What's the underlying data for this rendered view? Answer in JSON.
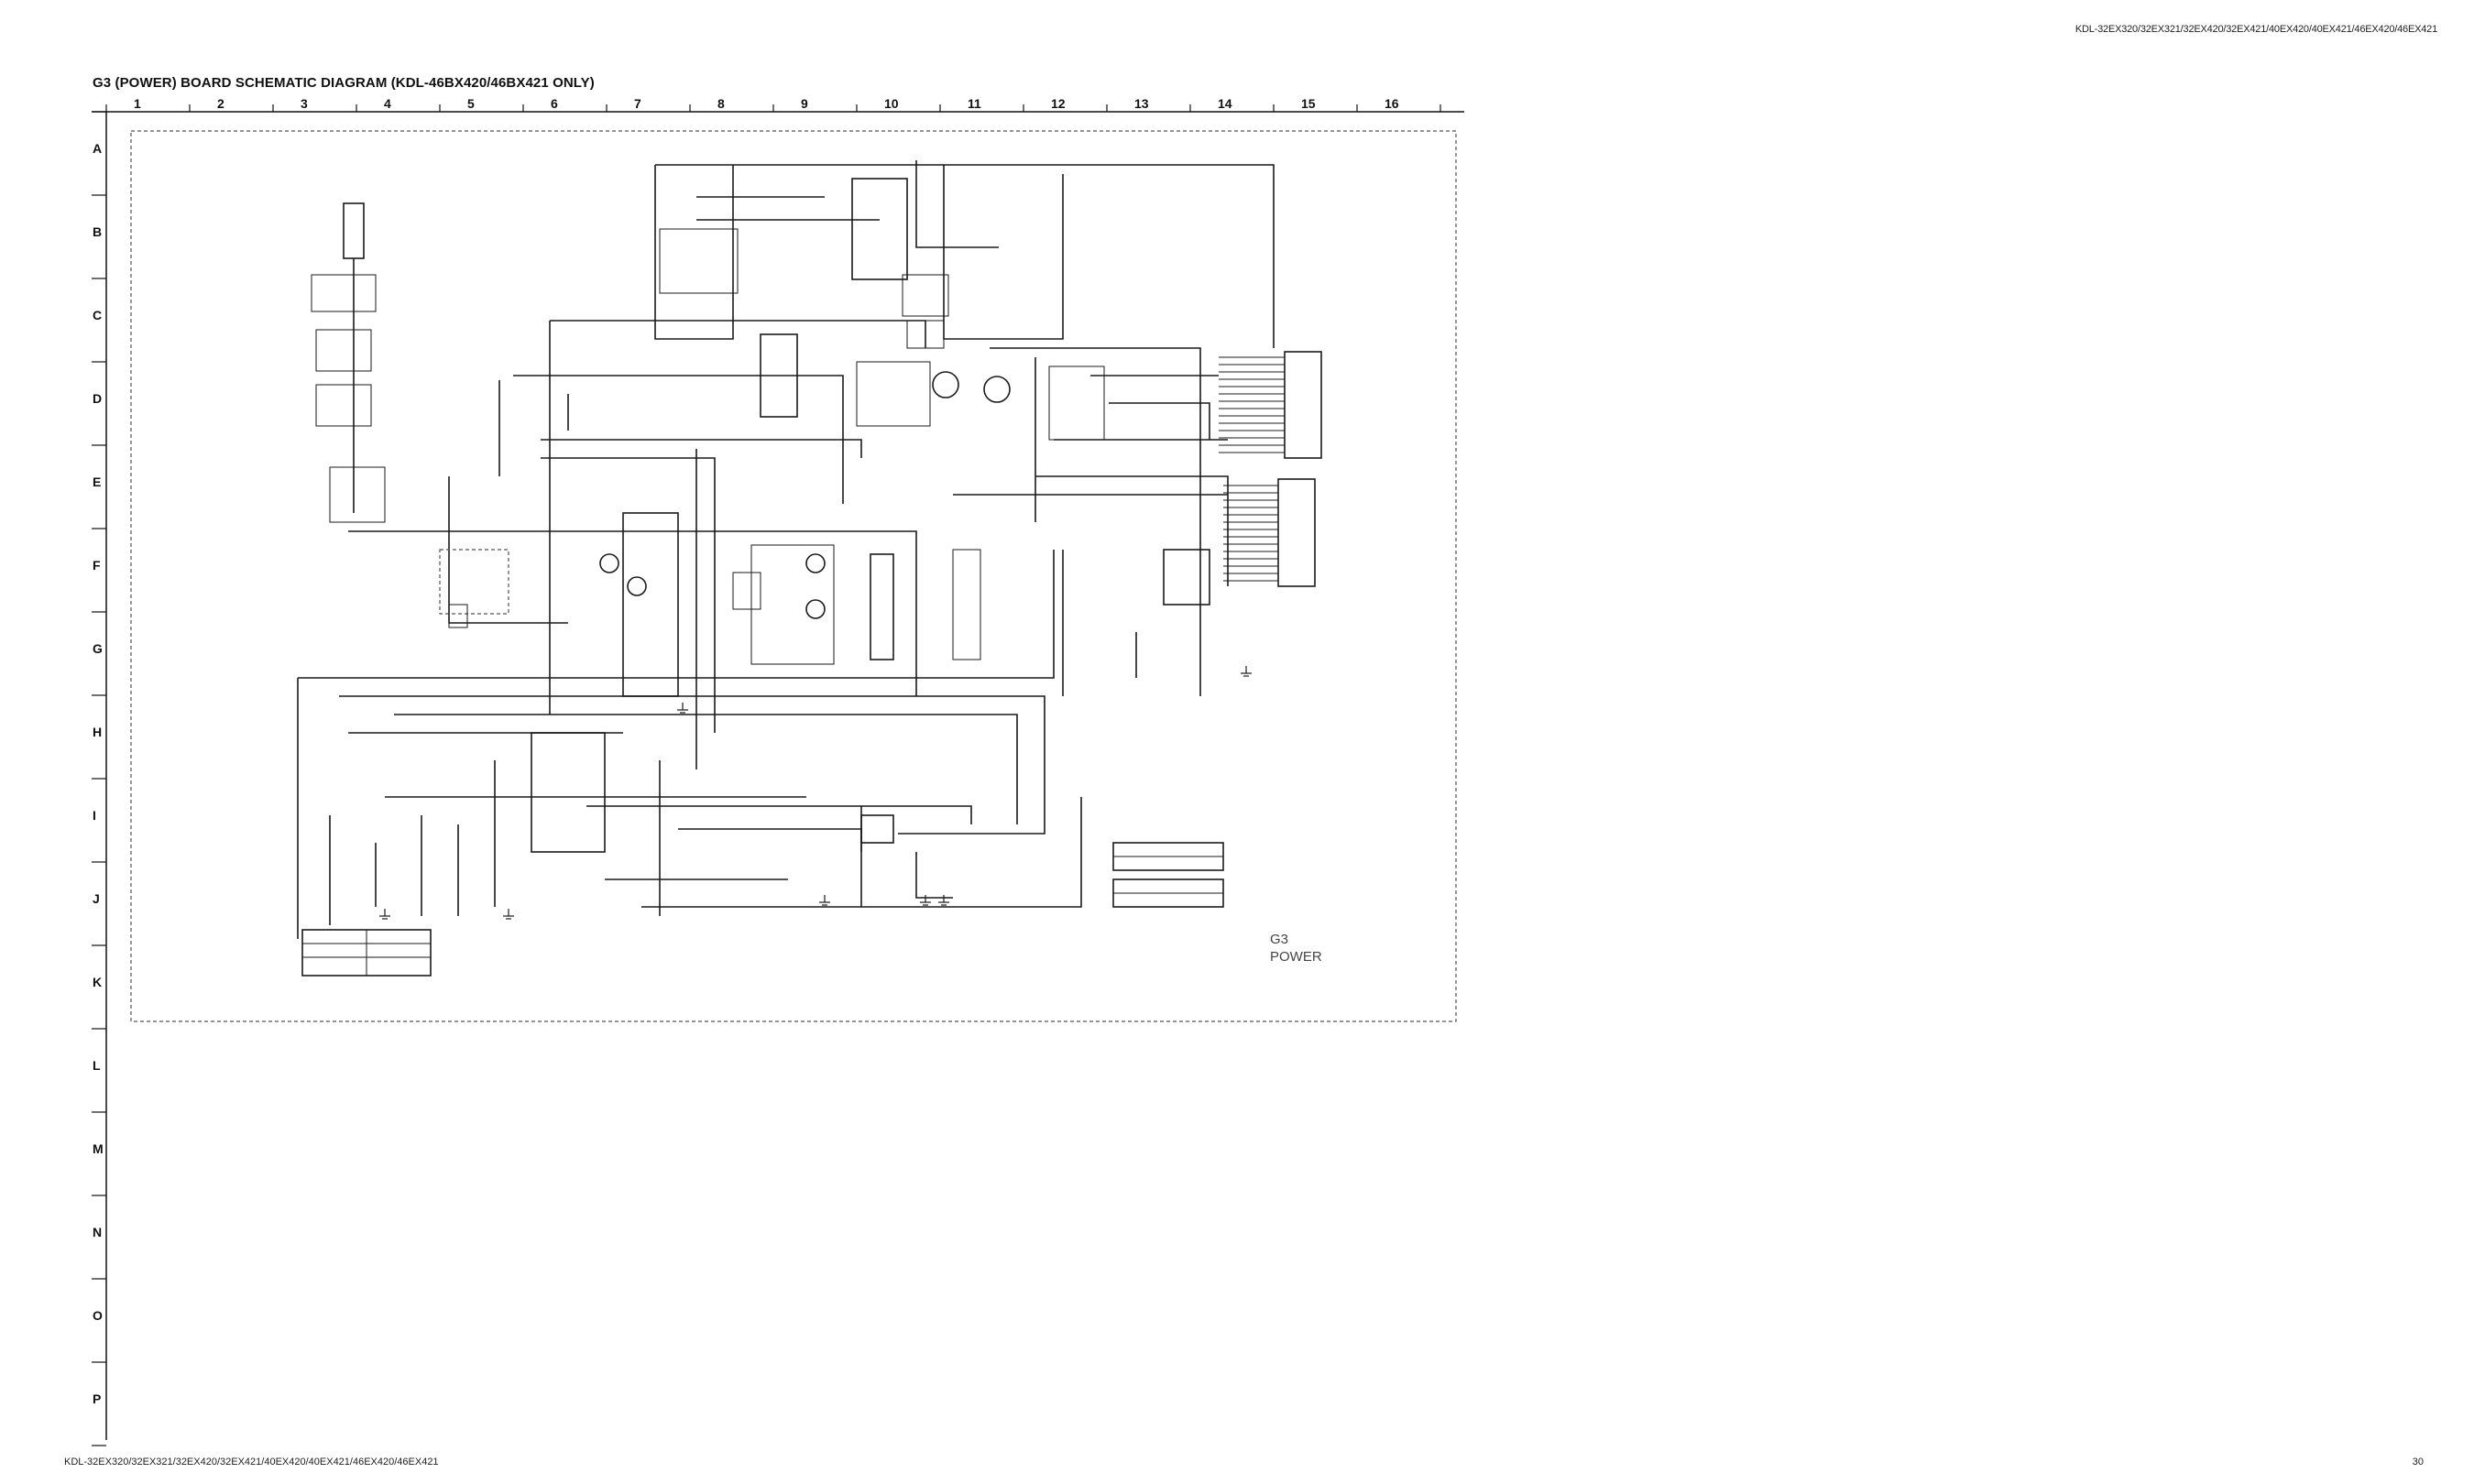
{
  "page": {
    "model_header": "KDL-32EX320/32EX321/32EX420/32EX421/40EX420/40EX421/46EX420/46EX421",
    "title": "G3 (POWER) BOARD SCHEMATIC DIAGRAM (KDL-46BX420/46BX421 ONLY)",
    "footer_models": "KDL-32EX320/32EX321/32EX420/32EX421/40EX420/40EX421/46EX420/46EX421",
    "page_number": "30"
  },
  "grid": {
    "columns": [
      "1",
      "2",
      "3",
      "4",
      "5",
      "6",
      "7",
      "8",
      "9",
      "10",
      "11",
      "12",
      "13",
      "14",
      "15",
      "16"
    ],
    "rows": [
      "A",
      "B",
      "C",
      "D",
      "E",
      "F",
      "G",
      "H",
      "I",
      "J",
      "K",
      "L",
      "M",
      "N",
      "O",
      "P"
    ]
  },
  "board_label": {
    "line1": "G3",
    "line2": "POWER"
  }
}
